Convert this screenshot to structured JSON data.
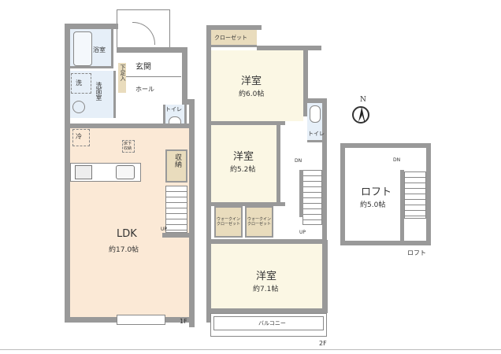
{
  "floor1": {
    "label": "1F",
    "rooms": {
      "bath": {
        "name": "浴室"
      },
      "entrance": {
        "name": "玄関"
      },
      "shoe_storage": {
        "name": "下足入"
      },
      "hall": {
        "name": "ホール"
      },
      "wash_tag": {
        "name": "洗"
      },
      "washroom": {
        "name": "洗面室"
      },
      "toilet": {
        "name": "トイレ"
      },
      "fridge_tag": {
        "name": "冷"
      },
      "underfloor_storage": {
        "name": "床下収納"
      },
      "storage": {
        "name": "収納"
      },
      "ldk": {
        "name": "LDK",
        "size": "約17.0帖"
      }
    },
    "stairs_label": "UP"
  },
  "floor2": {
    "label": "2F",
    "rooms": {
      "closet": {
        "name": "クローゼット"
      },
      "western1": {
        "name": "洋室",
        "size": "約6.0帖"
      },
      "toilet": {
        "name": "トイレ"
      },
      "western2": {
        "name": "洋室",
        "size": "約5.2帖"
      },
      "wic1": {
        "name": "ウォークイン\nクローゼット"
      },
      "wic2": {
        "name": "ウォークイン\nクローゼット"
      },
      "western3": {
        "name": "洋室",
        "size": "約7.1帖"
      },
      "balcony": {
        "name": "バルコニー"
      }
    },
    "stairs_dn": "DN",
    "stairs_up": "UP"
  },
  "loft": {
    "label": "ロフト",
    "room": {
      "name": "ロフト",
      "size": "約5.0帖"
    },
    "stairs_dn": "DN"
  },
  "compass": {
    "north": "N"
  },
  "colors": {
    "wall": "#999999",
    "wet_area": "#e6eff8",
    "ldk": "#fbe9d6",
    "western": "#fbf7e4",
    "storage": "#e9dcbd"
  }
}
